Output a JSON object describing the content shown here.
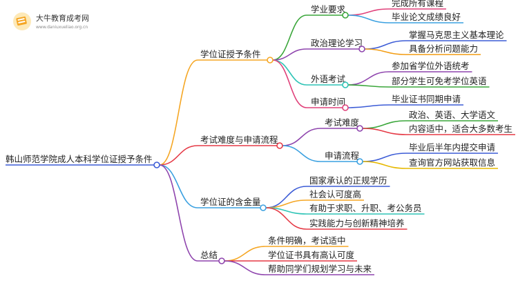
{
  "watermark": {
    "title": "大牛教育成考网",
    "url": "www.daniuxueliao.org.cn"
  },
  "root": {
    "label": "韩山师范学院成人本科学位证授予条件"
  },
  "branches": [
    {
      "label": "学位证授予条件",
      "color": "#f5a623",
      "children": [
        {
          "label": "学业要求",
          "color": "#3aa63a",
          "children": [
            {
              "label": "完成所有课程",
              "color": "#e0417a"
            },
            {
              "label": "毕业论文成绩良好",
              "color": "#3aa0e0"
            }
          ]
        },
        {
          "label": "政治理论学习",
          "color": "#8e44ad",
          "children": [
            {
              "label": "掌握马克思主义基本理论",
              "color": "#3b5bd6"
            },
            {
              "label": "具备分析问题能力",
              "color": "#f39c12"
            }
          ]
        },
        {
          "label": "外语考试",
          "color": "#2ec4b6",
          "children": [
            {
              "label": "参加省学位外语统考",
              "color": "#8e44ad"
            },
            {
              "label": "部分学生可免考学位英语",
              "color": "#3aa63a"
            }
          ]
        },
        {
          "label": "申请时间",
          "color": "#e0417a",
          "children": [
            {
              "label": "毕业证书同期申请",
              "color": "#3b5bd6"
            }
          ]
        }
      ]
    },
    {
      "label": "考试难度与申请流程",
      "color": "#e53945",
      "children": [
        {
          "label": "考试难度",
          "color": "#8e44ad",
          "children": [
            {
              "label": "政治、英语、大学语文",
              "color": "#3aa63a"
            },
            {
              "label": "内容适中，适合大多数考生",
              "color": "#e53945"
            }
          ]
        },
        {
          "label": "申请流程",
          "color": "#3aa0e0",
          "children": [
            {
              "label": "毕业后半年内提交申请",
              "color": "#3b5bd6"
            },
            {
              "label": "查询官方网站获取信息",
              "color": "#e6b800"
            }
          ]
        }
      ]
    },
    {
      "label": "学位证的含金量",
      "color": "#3aa0e0",
      "children": [
        {
          "label": "国家承认的正规学历",
          "color": "#3b5bd6",
          "children": []
        },
        {
          "label": "社会认可度高",
          "color": "#f5a623",
          "children": []
        },
        {
          "label": "有助于求职、升职、考公务员",
          "color": "#2ec4b6",
          "children": []
        },
        {
          "label": "实践能力与创新精神培养",
          "color": "#e53945",
          "children": []
        }
      ]
    },
    {
      "label": "总结",
      "color": "#8e44ad",
      "children": [
        {
          "label": "条件明确，考试适中",
          "color": "#f5a623",
          "children": []
        },
        {
          "label": "学位证书具有高认可度",
          "color": "#e53945",
          "children": []
        },
        {
          "label": "帮助同学们规划学习与未来",
          "color": "#8e44ad",
          "children": []
        }
      ]
    }
  ]
}
